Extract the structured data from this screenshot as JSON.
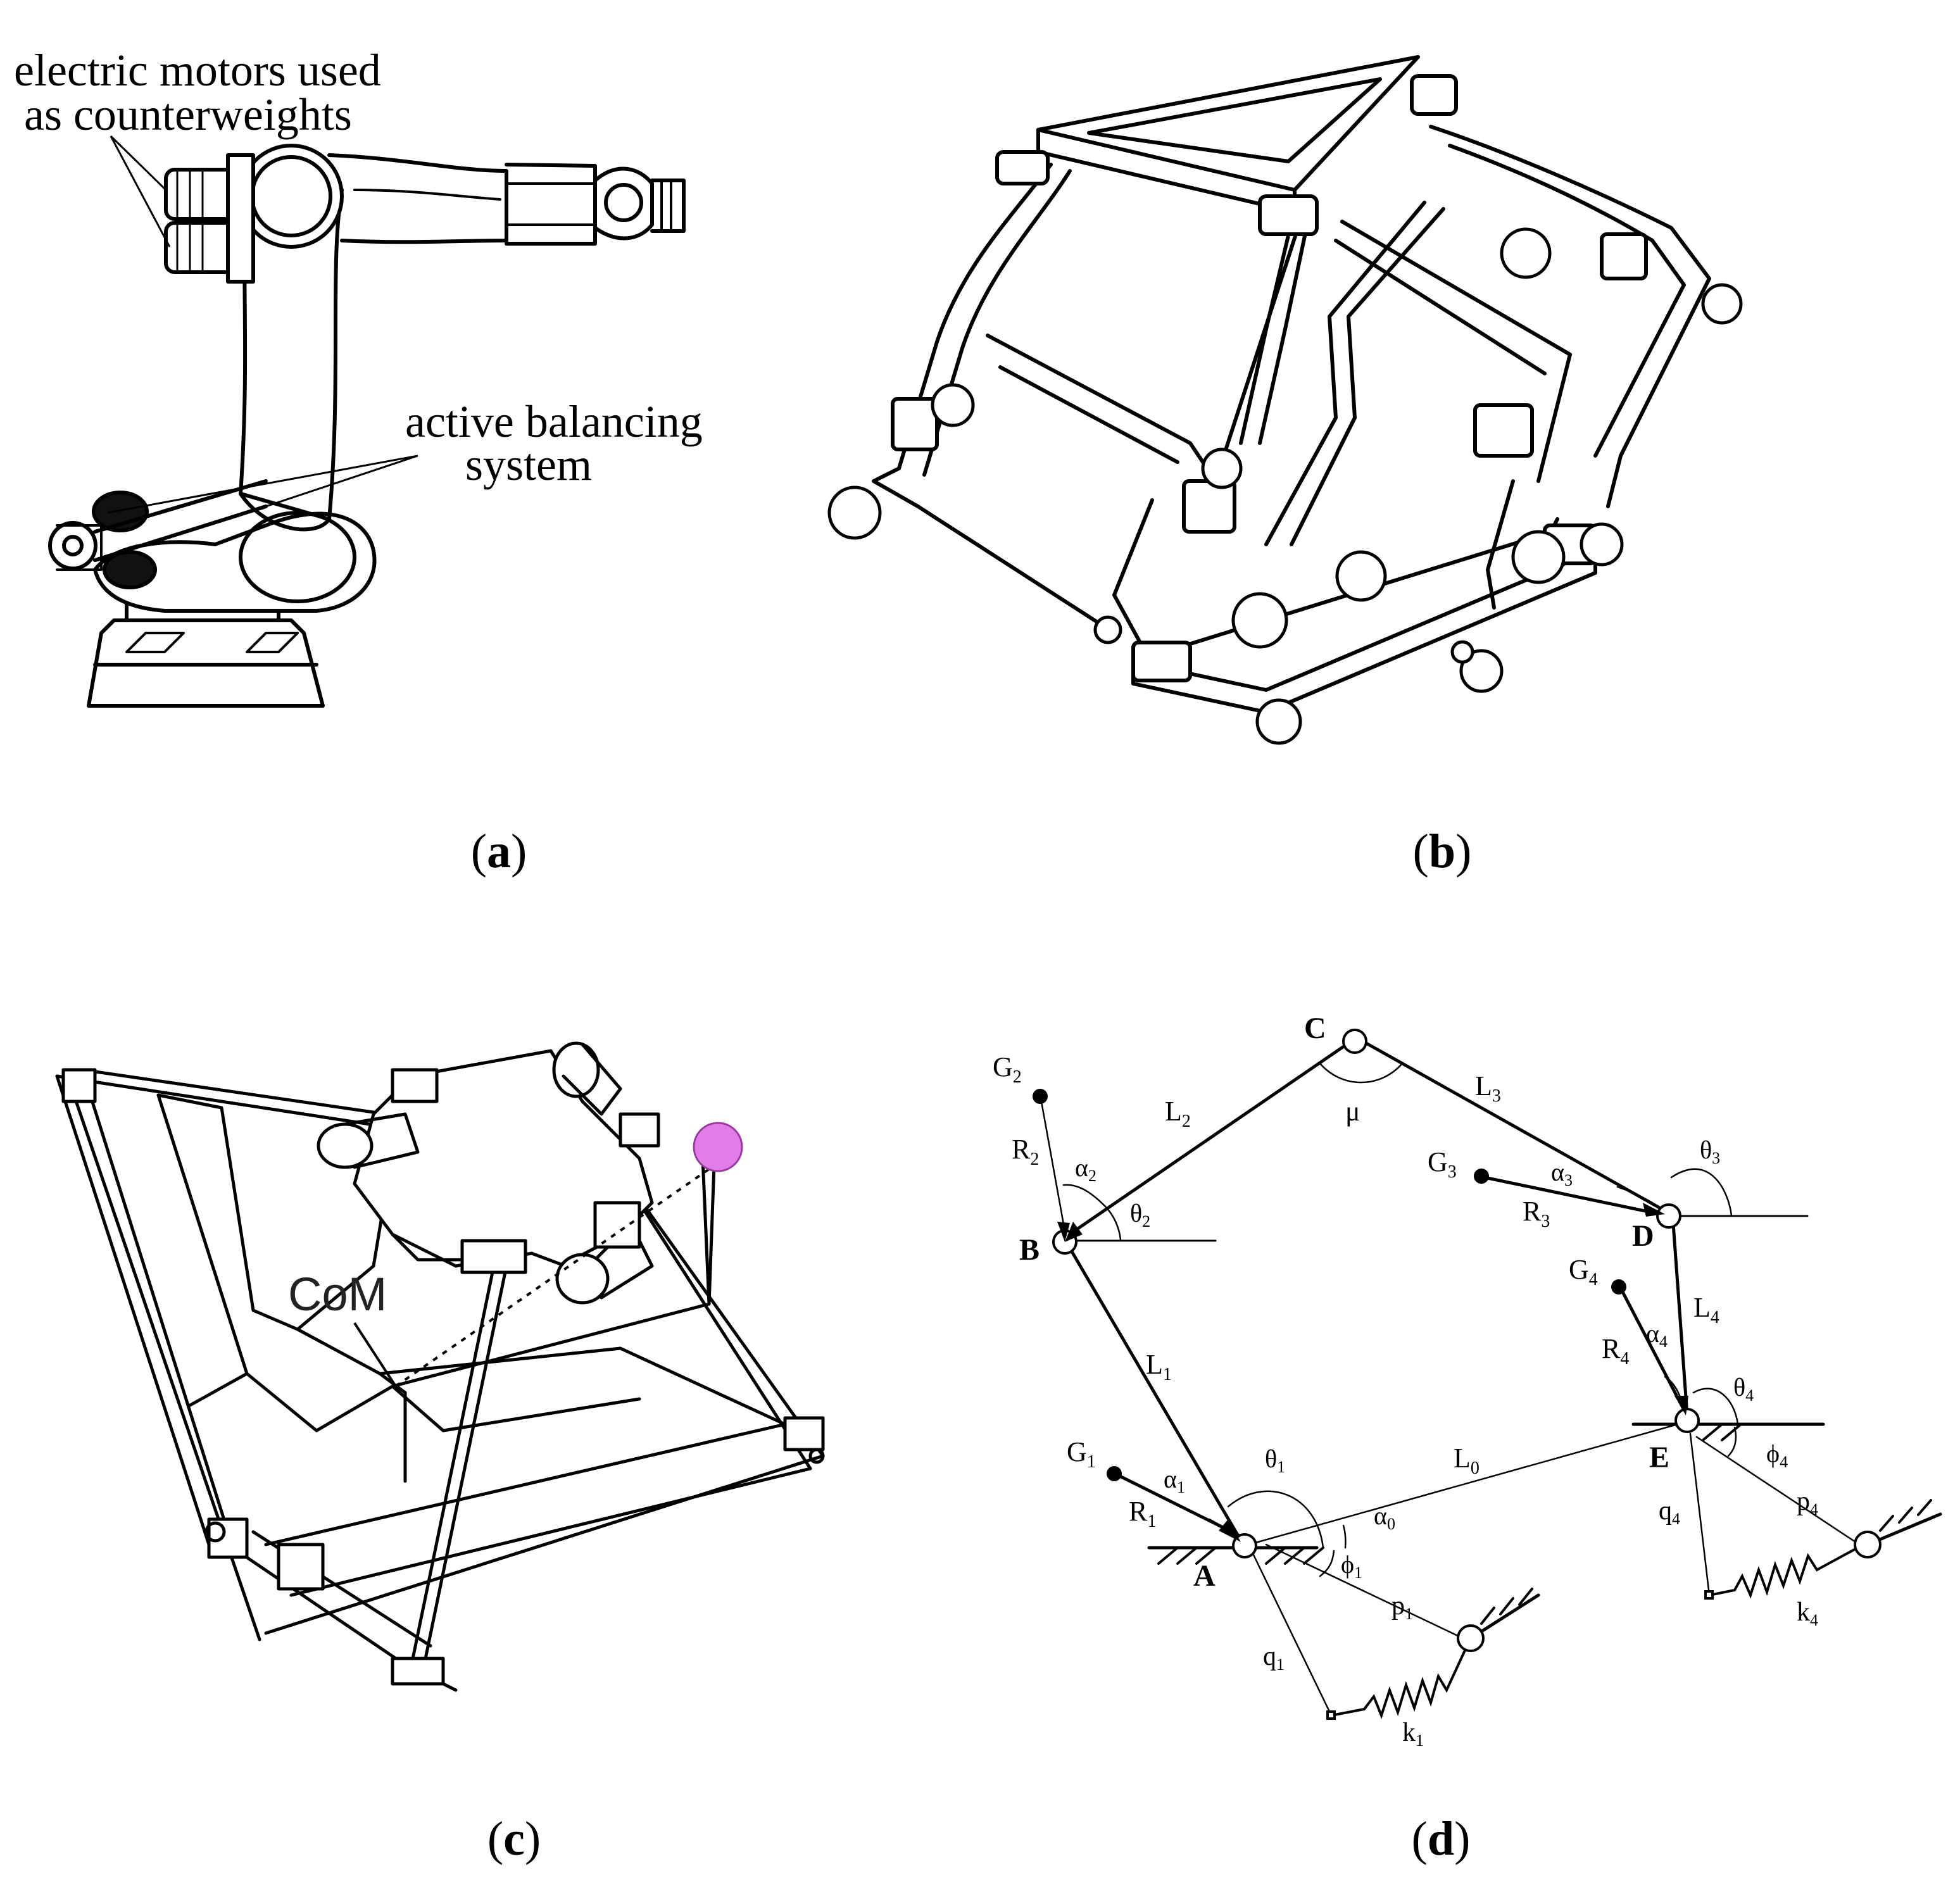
{
  "panel_a": {
    "callout_motors_line1": "electric motors used",
    "callout_motors_line2": "as counterweights",
    "callout_balancing_line1": "active balancing",
    "callout_balancing_line2": "system"
  },
  "panel_c": {
    "com_label": "CoM",
    "marker_color": "#e27ce6"
  },
  "panel_d": {
    "points": {
      "A": "A",
      "B": "B",
      "C": "C",
      "D": "D",
      "E": "E"
    },
    "links": {
      "L0": "L",
      "L0_sub": "0",
      "L1": "L",
      "L1_sub": "1",
      "L2": "L",
      "L2_sub": "2",
      "L3": "L",
      "L3_sub": "3",
      "L4": "L",
      "L4_sub": "4"
    },
    "masses": {
      "G": "G",
      "G1_sub": "1",
      "G2_sub": "2",
      "G3_sub": "3",
      "G4_sub": "4"
    },
    "radii": {
      "R": "R",
      "R1_sub": "1",
      "R2_sub": "2",
      "R3_sub": "3",
      "R4_sub": "4"
    },
    "angles": {
      "alpha": "α",
      "theta": "θ",
      "phi": "ϕ",
      "mu": "μ",
      "alpha0_sub": "0",
      "alpha1_sub": "1",
      "alpha2_sub": "2",
      "alpha3_sub": "3",
      "alpha4_sub": "4",
      "theta1_sub": "1",
      "theta2_sub": "2",
      "theta3_sub": "3",
      "theta4_sub": "4",
      "phi1_sub": "1",
      "phi4_sub": "4"
    },
    "springs": {
      "p": "p",
      "q": "q",
      "k": "k",
      "p1_sub": "1",
      "p4_sub": "4",
      "q1_sub": "1",
      "q4_sub": "4",
      "k1_sub": "1",
      "k4_sub": "4"
    }
  },
  "captions": {
    "open": "(",
    "close": ")",
    "a": "a",
    "b": "b",
    "c": "c",
    "d": "d"
  }
}
